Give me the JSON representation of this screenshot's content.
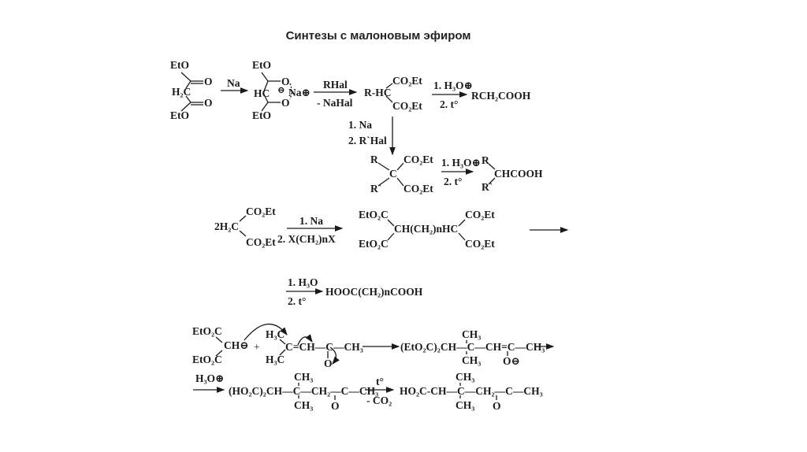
{
  "title": "Синтезы с малоновым эфиром",
  "reaction1": {
    "malonate": {
      "eto_top": "EtO",
      "o_top": "O",
      "h2c": "H₂C",
      "o_bottom": "O",
      "eto_bottom": "EtO"
    },
    "step1_reagent": "Na",
    "enolate": {
      "eto_top": "EtO",
      "hc": "HC",
      "o_top": "O",
      "o_bottom": "O",
      "minus": "⊖",
      "na": "Na⊕",
      "eto_bottom": "EtO"
    },
    "step2_reagent": "RHal",
    "step2_byproduct": "- NaHal",
    "monoalkyl": {
      "rhc": "R-HC",
      "co2et_top": "CO₂Et",
      "co2et_bottom": "CO₂Et"
    },
    "step3_reagent1": "1. H₃O⊕",
    "step3_reagent2": "2. t°",
    "product_mono": "RCH₂COOH",
    "down_reagent1": "1. Na",
    "down_reagent2": "2. R`Hal",
    "dialkyl": {
      "r": "R",
      "c": "C",
      "r2": "R`",
      "co2et_top": "CO₂Et",
      "co2et_bottom": "CO₂Et"
    },
    "step4_reagent1": "1. H₃O⊕",
    "step4_reagent2": "2. t°",
    "product_di": {
      "r": "R",
      "chcooh": "CHCOOH",
      "r2": "R`"
    }
  },
  "reaction2": {
    "reactant": {
      "h2c": "2H₂C",
      "co2et_top": "CO₂Et",
      "co2et_bottom": "CO₂Et"
    },
    "reagent1": "1. Na",
    "reagent2": "2. X(CH₂)nX",
    "intermediate": {
      "eto2c_top": "EtO₂C",
      "eto2c_bottom": "EtO₂C",
      "chain": "CH(CH₂)nHC",
      "co2et_top": "CO₂Et",
      "co2et_bottom": "CO₂Et"
    },
    "step2_reagent1": "1. H₃O",
    "step2_reagent2": "2. t°",
    "product": "HOOC(CH₂)nCOOH"
  },
  "reaction3": {
    "anion": {
      "eto2c_top": "EtO₂C",
      "ch": "CH⊖",
      "eto2c_bottom": "EtO₂C"
    },
    "plus": "+",
    "enone": {
      "h3c_top": "H₃C",
      "chain": "C=CH—C—CH₃",
      "h3c_bottom": "H₃C",
      "o": "O"
    },
    "adduct": {
      "chain": "(EtO₂C)₂CH—C—CH=C—CH₃",
      "ch3_top": "CH₃",
      "ch3_bottom": "CH₃",
      "o": "O⊖"
    },
    "hydrolysis_reagent": "H₃O⊕",
    "acid": {
      "chain": "(HO₂C)₂CH—C—CH₂—C—CH₃",
      "ch3_top": "CH₃",
      "ch3_bottom": "CH₃",
      "o": "O"
    },
    "decarb_reagent": "t°",
    "decarb_byproduct": "- CO₂",
    "product": {
      "chain": "HO₂C-CH—C—CH₂—C—CH₃",
      "ch3_top": "CH₃",
      "ch3_bottom": "CH₃",
      "o": "O"
    }
  }
}
